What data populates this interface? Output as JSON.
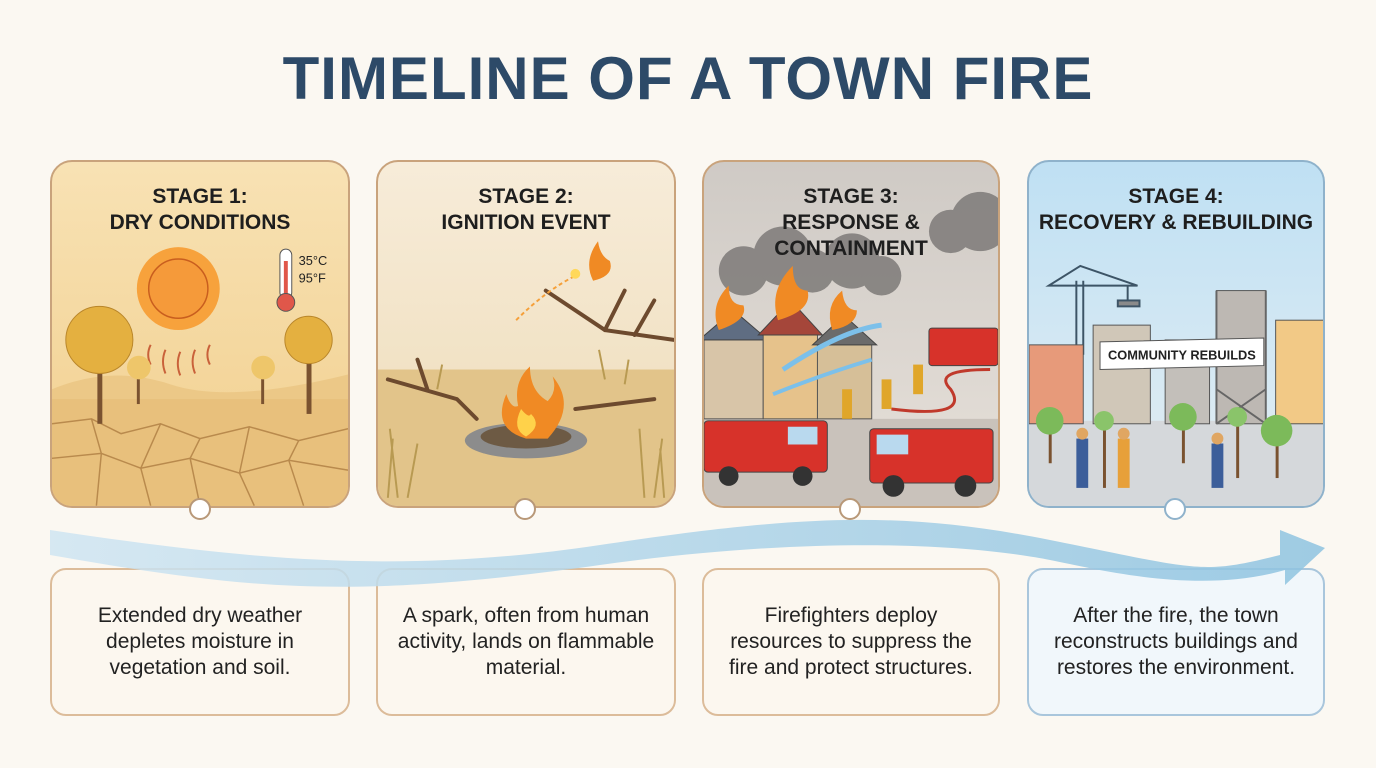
{
  "title": "TIMELINE OF A TOWN FIRE",
  "stages": [
    {
      "heading_line1": "STAGE 1:",
      "heading_line2": "DRY CONDITIONS",
      "description": "Extended dry weather depletes moisture in vegetation and soil.",
      "temperature_c": "35°C",
      "temperature_f": "95°F"
    },
    {
      "heading_line1": "STAGE 2:",
      "heading_line2": "IGNITION EVENT",
      "description": "A spark, often from human activity, lands on flammable material."
    },
    {
      "heading_line1": "STAGE 3:",
      "heading_line2": "RESPONSE & CONTAINMENT",
      "description": "Firefighters deploy resources to suppress the fire and protect structures."
    },
    {
      "heading_line1": "STAGE 4:",
      "heading_line2": "RECOVERY & REBUILDING",
      "description": "After the fire, the town reconstructs buildings and restores the environment.",
      "banner": "COMMUNITY REBUILDS"
    }
  ],
  "colors": {
    "title": "#2d4a68",
    "timeline_arrow": "#a9cfe6",
    "fire": "#f08a24"
  }
}
